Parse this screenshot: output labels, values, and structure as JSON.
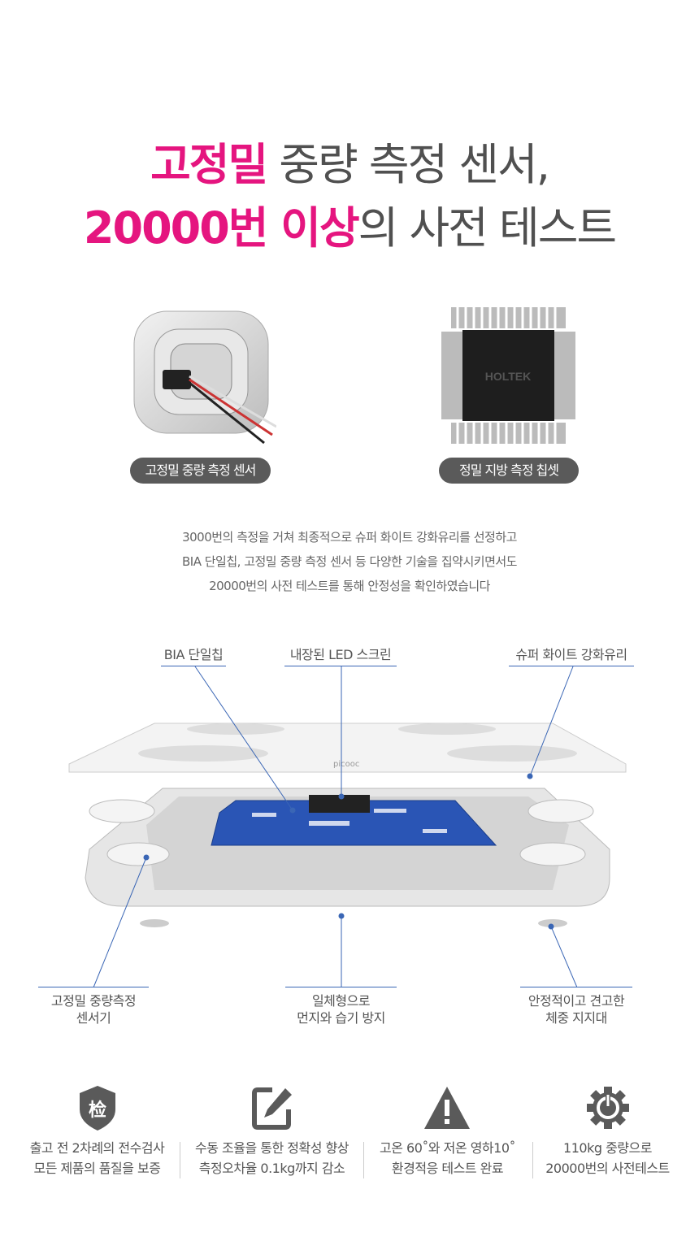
{
  "headline": {
    "line1_highlight": "고정밀",
    "line1_rest": " 중량 측정 센서,",
    "line2_highlight": "20000번 이상",
    "line2_rest": "의 사전 테스트"
  },
  "components": [
    {
      "label": "고정밀 중량 측정 센서"
    },
    {
      "label": "정밀 지방 측정 칩셋",
      "chip_brand": "HOLTEK"
    }
  ],
  "description": [
    "3000번의 측정을 거쳐 최종적으로 슈퍼 화이트 강화유리를 선정하고",
    "BIA 단일칩, 고정밀 중량 측정 센서 등 다양한 기술을 집약시키면서도",
    "20000번의 사전 테스트를 통해 안정성을 확인하였습니다"
  ],
  "diagram": {
    "brand_on_glass": "picooc",
    "callouts_top": [
      "BIA 단일칩",
      "내장된 LED 스크린",
      "슈퍼 화이트 강화유리"
    ],
    "callouts_bottom": [
      {
        "line1": "고정밀 중량측정",
        "line2": "센서기"
      },
      {
        "line1": "일체형으로",
        "line2": "먼지와 습기 방지"
      },
      {
        "line1": "안정적이고 견고한",
        "line2": "체중 지지대"
      }
    ]
  },
  "features": [
    {
      "icon": "shield-inspection-icon",
      "glyph": "检",
      "line1": "출고 전 2차례의 전수검사",
      "line2": "모든 제품의 품질을 보증"
    },
    {
      "icon": "edit-icon",
      "line1": "수동 조율을 통한 정확성 향상",
      "line2": "측정오차율 0.1kg까지 감소"
    },
    {
      "icon": "warning-icon",
      "line1": "고온 60˚와 저온 영하10˚",
      "line2": "환경적응 테스트 완료"
    },
    {
      "icon": "gear-power-icon",
      "line1": "110kg 중량으로",
      "line2": "20000번의 사전테스트"
    }
  ],
  "colors": {
    "accent": "#e5157f",
    "callout": "#3a66b5",
    "icon": "#5a5a5a"
  }
}
